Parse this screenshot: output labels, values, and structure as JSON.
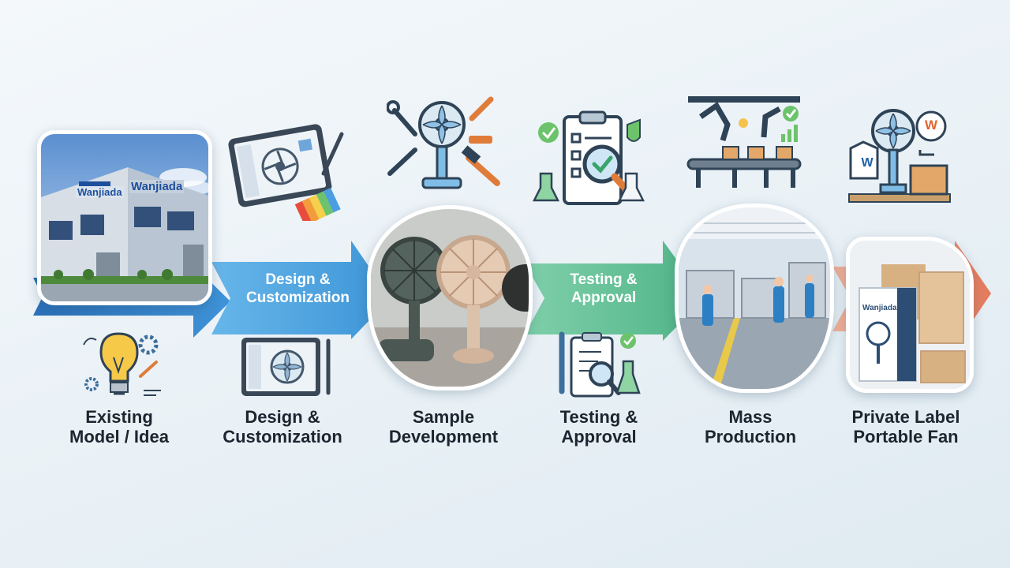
{
  "arrows": [
    {
      "id": "design",
      "line1": "Design &",
      "line2": "Customization"
    },
    {
      "id": "testing",
      "line1": "Testing &",
      "line2": "Approval"
    }
  ],
  "steps": [
    {
      "line1": "Existing",
      "line2": "Model / Idea"
    },
    {
      "line1": "Design &",
      "line2": "Customization"
    },
    {
      "line1": "Sample",
      "line2": "Development"
    },
    {
      "line1": "Testing &",
      "line2": "Approval"
    },
    {
      "line1": "Mass",
      "line2": "Production"
    },
    {
      "line1": "Private Label",
      "line2": "Portable Fan"
    }
  ],
  "building_signs": [
    "Wanjiada",
    "Wanjiada"
  ],
  "package_brand": "Wanjiada",
  "tag_letter": "W",
  "bubble_letter": "W",
  "icons": [
    "factory-photo",
    "lightbulb-idea-icon",
    "tablet-design-icon",
    "tablet-fan-icon",
    "tools-fan-icon",
    "fan-samples-photo",
    "checklist-icon",
    "clipboard-magnifier-icon",
    "production-line-icon",
    "factory-floor-photo",
    "fan-package-icon",
    "fan-boxes-photo"
  ],
  "colors": {
    "blue_arrow": "#3b8ad1",
    "light_blue_arrow": "#5aaee6",
    "green_arrow": "#5fbf95",
    "orange_arrow": "#e9866a",
    "text": "#1d2530"
  }
}
